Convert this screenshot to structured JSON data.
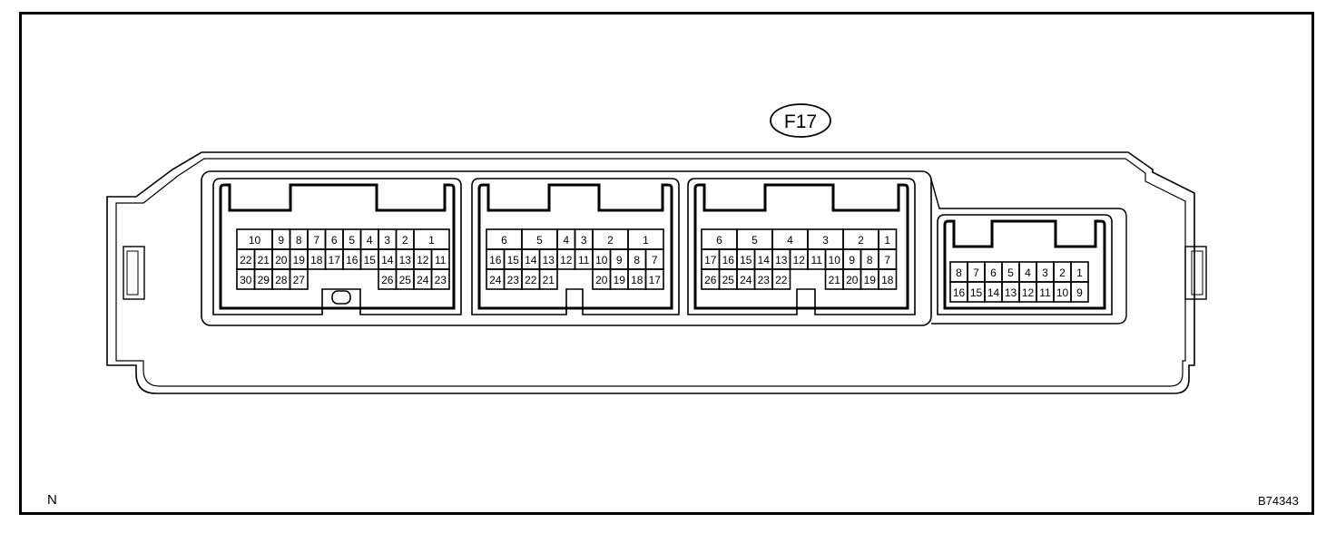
{
  "connector_label": "F17",
  "corner_letter": "N",
  "figure_code": "B74343",
  "connectors": [
    {
      "id": "A",
      "rows": [
        [
          "10",
          "9",
          "8",
          "7",
          "6",
          "5",
          "4",
          "3",
          "2",
          "1"
        ],
        [
          "22",
          "21",
          "20",
          "19",
          "18",
          "17",
          "16",
          "15",
          "14",
          "13",
          "12",
          "11"
        ],
        [
          "30",
          "29",
          "28",
          "27",
          "26",
          "25",
          "24",
          "23"
        ]
      ]
    },
    {
      "id": "B",
      "rows": [
        [
          "6",
          "5",
          "4",
          "3",
          "2",
          "1"
        ],
        [
          "16",
          "15",
          "14",
          "13",
          "12",
          "11",
          "10",
          "9",
          "8",
          "7"
        ],
        [
          "24",
          "23",
          "22",
          "21",
          "20",
          "19",
          "18",
          "17"
        ]
      ]
    },
    {
      "id": "C",
      "rows": [
        [
          "6",
          "5",
          "4",
          "3",
          "2",
          "1"
        ],
        [
          "17",
          "16",
          "15",
          "14",
          "13",
          "12",
          "11",
          "10",
          "9",
          "8",
          "7"
        ],
        [
          "26",
          "25",
          "24",
          "23",
          "22",
          "21",
          "20",
          "19",
          "18"
        ]
      ]
    },
    {
      "id": "D",
      "rows": [
        [
          "8",
          "7",
          "6",
          "5",
          "4",
          "3",
          "2",
          "1"
        ],
        [
          "16",
          "15",
          "14",
          "13",
          "12",
          "11",
          "10",
          "9"
        ]
      ]
    }
  ]
}
